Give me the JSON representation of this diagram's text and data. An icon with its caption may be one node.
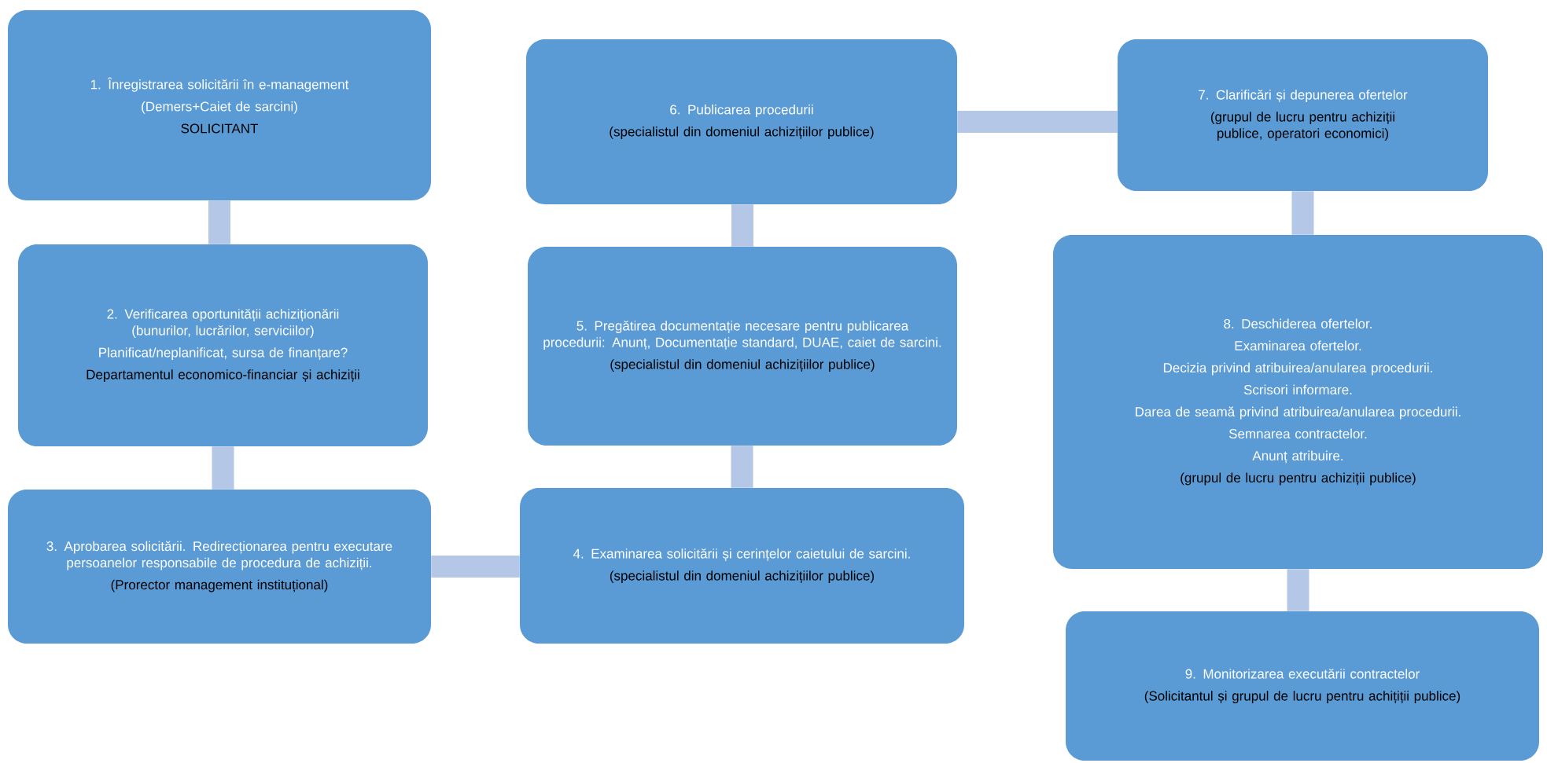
{
  "diagram": {
    "nodes": [
      {
        "text": [
          "1. Înregistrarea solicitării în e-management",
          "(Demers+Caiet de sarcini)",
          "SOLICITANT"
        ]
      },
      {
        "text": [
          "2. Verificarea oportunității achiziționării (bunurilor, lucrărilor, serviciilor)",
          "Planificat/neplanificat, sursa de finanțare?",
          "Departamentul economico-financiar și achiziții"
        ]
      },
      {
        "text": [
          "3. Aprobarea solicitării. Redirecționarea pentru executare persoanelor responsabile de procedura de achiziții.",
          "(Prorector management instituțional)"
        ]
      },
      {
        "text": [
          "4. Examinarea solicitării și cerințelor caietului de sarcini.",
          "(specialistul din domeniul achizițiilor publice)"
        ]
      },
      {
        "text": [
          "5. Pregătirea documentație necesare pentru publicarea procedurii: Anunț, Documentație standard, DUAE, caiet de sarcini.",
          "(specialistul din domeniul achizițiilor publice)"
        ]
      },
      {
        "text": [
          "6. Publicarea procedurii",
          "(specialistul din domeniul achizițiilor publice)"
        ]
      },
      {
        "text": [
          "7.  Clarificări  și depunerea ofertelor",
          "(grupul de lucru pentru achiziții publice, operatori economici)"
        ]
      },
      {
        "text": [
          "8. Deschiderea ofertelor.",
          "Examinarea ofertelor.",
          "Decizia privind atribuirea/anularea procedurii.",
          "Scrisori informare.",
          "Darea de seamă privind atribuirea/anularea procedurii.",
          "Semnarea contractelor.",
          "Anunț atribuire.",
          "(grupul de lucru pentru achiziții publice)"
        ]
      },
      {
        "text": [
          "9. Monitorizarea executării contractelor",
          "(Solicitantul și grupul de lucru pentru achițiții publice)"
        ]
      }
    ],
    "edges": [
      {
        "from": 0,
        "to": 1,
        "arrow": "none"
      },
      {
        "from": 1,
        "to": 2,
        "arrow": "none"
      },
      {
        "from": 2,
        "to": 3,
        "arrow": "none"
      },
      {
        "from": 3,
        "to": 4,
        "arrow": "none"
      },
      {
        "from": 4,
        "to": 5,
        "arrow": "none"
      },
      {
        "from": 5,
        "to": 6,
        "arrow": "none"
      },
      {
        "from": 6,
        "to": 7,
        "arrow": "none"
      },
      {
        "from": 7,
        "to": 8,
        "arrow": "none"
      }
    ]
  }
}
